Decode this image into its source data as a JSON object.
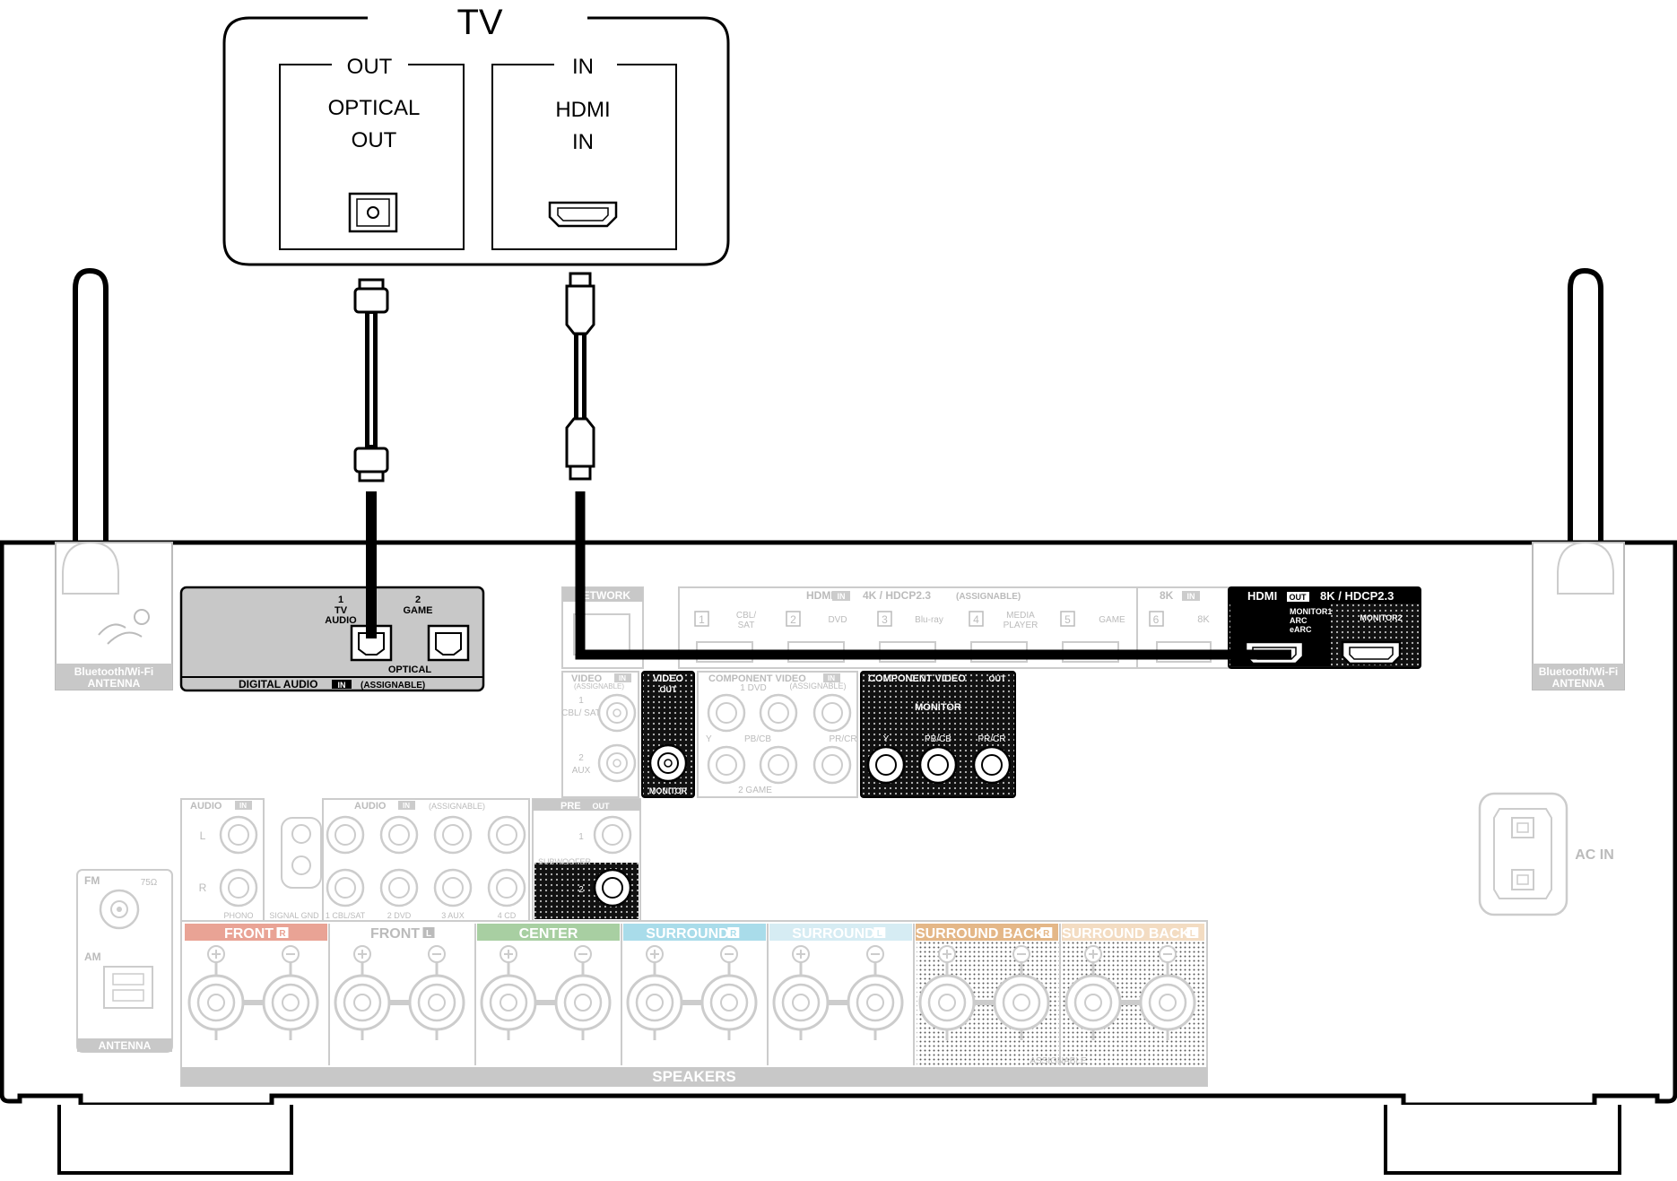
{
  "tv": {
    "title": "TV",
    "out_header": "OUT",
    "out_line1": "OPTICAL",
    "out_line2": "OUT",
    "in_header": "IN",
    "in_line1": "HDMI",
    "in_line2": "IN"
  },
  "receiver": {
    "antenna_left_line1": "Bluetooth/Wi-Fi",
    "antenna_left_line2": "ANTENNA",
    "antenna_right_line1": "Bluetooth/Wi-Fi",
    "antenna_right_line2": "ANTENNA",
    "digital_audio": {
      "port1_num": "1",
      "port1_line1": "TV",
      "port1_line2": "AUDIO",
      "port2_num": "2",
      "port2_label": "GAME",
      "optical_label": "OPTICAL",
      "footer_title": "DIGITAL AUDIO",
      "footer_badge": "IN",
      "footer_note": "(ASSIGNABLE)"
    },
    "network_label": "NETWORK",
    "hdmi_in": {
      "title": "HDMI",
      "badge": "IN",
      "spec": "4K / HDCP2.3",
      "note": "(ASSIGNABLE)",
      "ports": [
        {
          "num": "1",
          "name": "CBL/ SAT"
        },
        {
          "num": "2",
          "name": "DVD"
        },
        {
          "num": "3",
          "name": "Blu-ray"
        },
        {
          "num": "4",
          "name": "MEDIA PLAYER"
        },
        {
          "num": "5",
          "name": "GAME"
        }
      ],
      "k8_title": "8K",
      "k8_badge": "IN",
      "k8_num": "6",
      "k8_name": "8K"
    },
    "hdmi_out": {
      "title": "HDMI",
      "badge": "OUT",
      "spec": "8K / HDCP2.3",
      "monitor1_line1": "MONITOR1",
      "monitor1_line2": "ARC",
      "monitor1_line3": "eARC",
      "monitor2": "MONITOR2"
    },
    "video_in": {
      "title": "VIDEO",
      "badge": "IN",
      "note": "(ASSIGNABLE)",
      "p1_num": "1",
      "p1_name": "CBL/ SAT",
      "p2_num": "2",
      "p2_name": "AUX"
    },
    "video_out": {
      "title": "VIDEO",
      "badge": "OUT",
      "monitor": "MONITOR"
    },
    "component_in": {
      "title": "COMPONENT VIDEO",
      "badge": "IN",
      "note": "(ASSIGNABLE)",
      "label_1": "1 DVD",
      "label_2": "2 GAME",
      "y": "Y",
      "pb": "PB/CB",
      "pr": "PR/CR"
    },
    "component_out": {
      "title": "COMPONENT VIDEO",
      "badge": "OUT",
      "monitor": "MONITOR",
      "y": "Y",
      "pb": "PB/CB",
      "pr": "PR/CR"
    },
    "audio_in": {
      "title": "AUDIO",
      "badge": "IN",
      "l": "L",
      "r": "R",
      "phono": "PHONO",
      "signal_gnd": "SIGNAL GND"
    },
    "audio_assignable": {
      "title": "AUDIO",
      "badge": "IN",
      "note": "(ASSIGNABLE)",
      "labels": [
        "1 CBL/SAT",
        "2 DVD",
        "3 AUX",
        "4 CD"
      ]
    },
    "pre_out": {
      "title": "PRE",
      "badge": "OUT",
      "subwoofer": "SUBWOOFER",
      "n1": "1",
      "n2": "2"
    },
    "antenna": {
      "fm": "FM",
      "ohm": "75Ω",
      "am": "AM",
      "title": "ANTENNA"
    },
    "ac_in": "AC IN",
    "speakers": {
      "title": "SPEAKERS",
      "assignable": "ASSIGNABLE",
      "groups": [
        {
          "label": "FRONT",
          "side": "R",
          "color": "#e9a395"
        },
        {
          "label": "FRONT",
          "side": "L",
          "color": "#ffffff"
        },
        {
          "label": "CENTER",
          "side": "",
          "color": "#a8cfa2"
        },
        {
          "label": "SURROUND",
          "side": "R",
          "color": "#a9dcea"
        },
        {
          "label": "SURROUND",
          "side": "L",
          "color": "#d6ecf3"
        },
        {
          "label": "SURROUND BACK",
          "side": "R",
          "color": "#e4b787"
        },
        {
          "label": "SURROUND BACK",
          "side": "L",
          "color": "#f3dcc2"
        }
      ]
    }
  }
}
